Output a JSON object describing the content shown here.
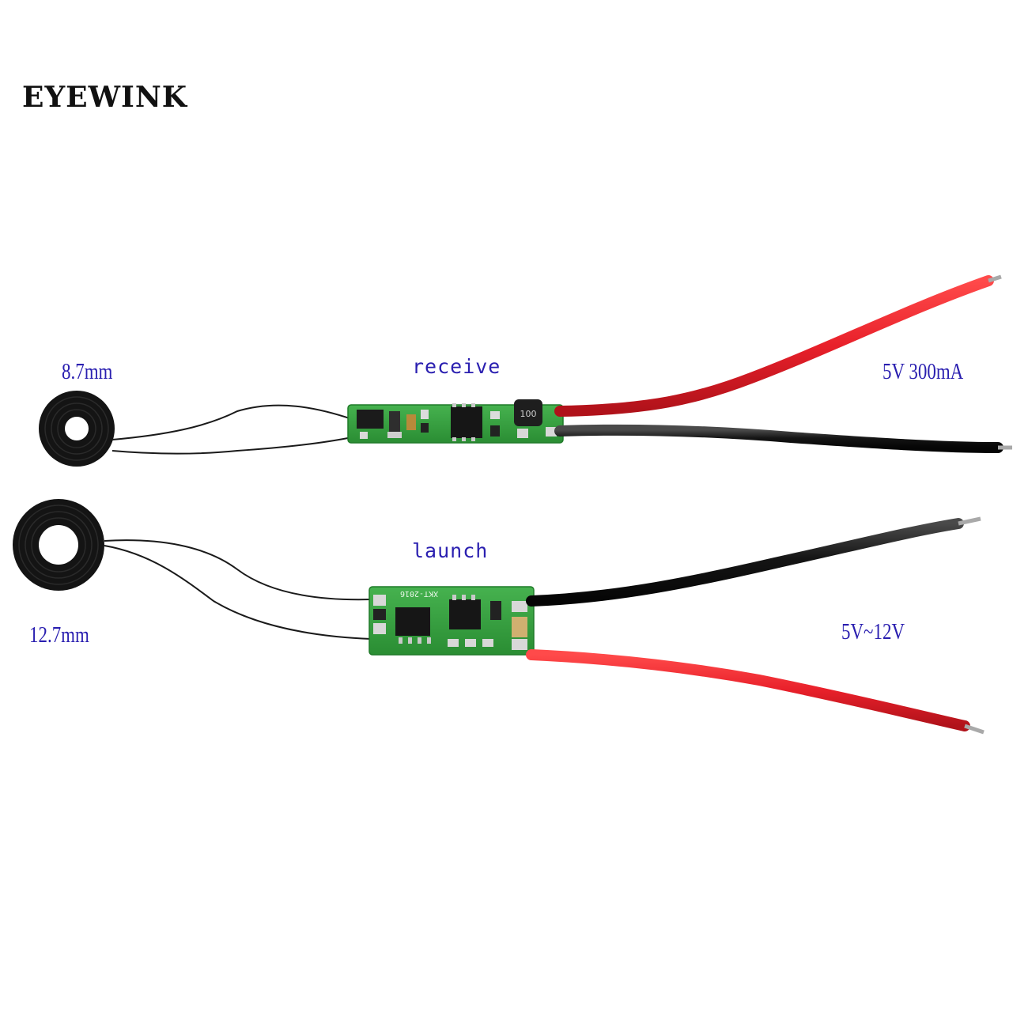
{
  "brand": "EYEWINK",
  "receiver": {
    "title": "receive",
    "coil_size": "8.7mm",
    "output_spec": "5V 300mA",
    "inductor_marking": "100"
  },
  "transmitter": {
    "title": "launch",
    "coil_size": "12.7mm",
    "input_spec": "5V~12V",
    "board_marking": "XKT-2016"
  },
  "colors": {
    "label_text": "#2a1fb0",
    "pcb_green": "#2f9e3a",
    "wire_red": "#e8202a",
    "wire_black": "#151515",
    "coil": "#141414"
  }
}
